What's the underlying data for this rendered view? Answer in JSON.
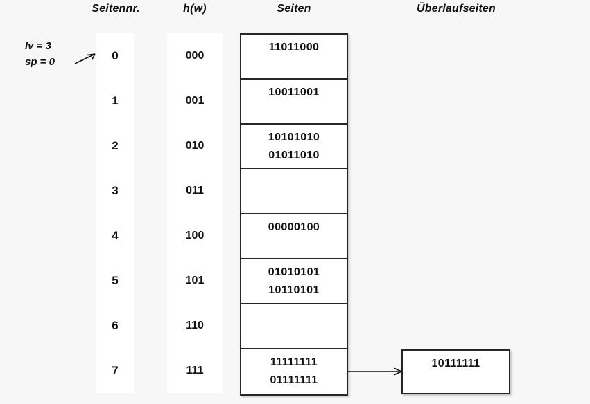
{
  "headers": {
    "index": "Seitennr.",
    "hash": "h(w)",
    "pages": "Seiten",
    "overflow": "Überlaufseiten"
  },
  "annotation": {
    "lv": "lv = 3",
    "sp": "sp = 0",
    "pointer_icon": "arrow-right-icon"
  },
  "rows": [
    {
      "index": "0",
      "hash": "000",
      "entries": [
        "11011000"
      ]
    },
    {
      "index": "1",
      "hash": "001",
      "entries": [
        "10011001"
      ]
    },
    {
      "index": "2",
      "hash": "010",
      "entries": [
        "10101010",
        "01011010"
      ]
    },
    {
      "index": "3",
      "hash": "011",
      "entries": []
    },
    {
      "index": "4",
      "hash": "100",
      "entries": [
        "00000100"
      ]
    },
    {
      "index": "5",
      "hash": "101",
      "entries": [
        "01010101",
        "10110101"
      ]
    },
    {
      "index": "6",
      "hash": "110",
      "entries": []
    },
    {
      "index": "7",
      "hash": "111",
      "entries": [
        "11111111",
        "01111111"
      ]
    }
  ],
  "overflow_page": {
    "entries": [
      "10111111"
    ],
    "from_row_index": "7",
    "connector_icon": "arrow-right-icon"
  },
  "colors": {
    "background": "#f7f7f7",
    "strip": "#ffffff",
    "box_border": "#262626",
    "text": "#111111"
  }
}
